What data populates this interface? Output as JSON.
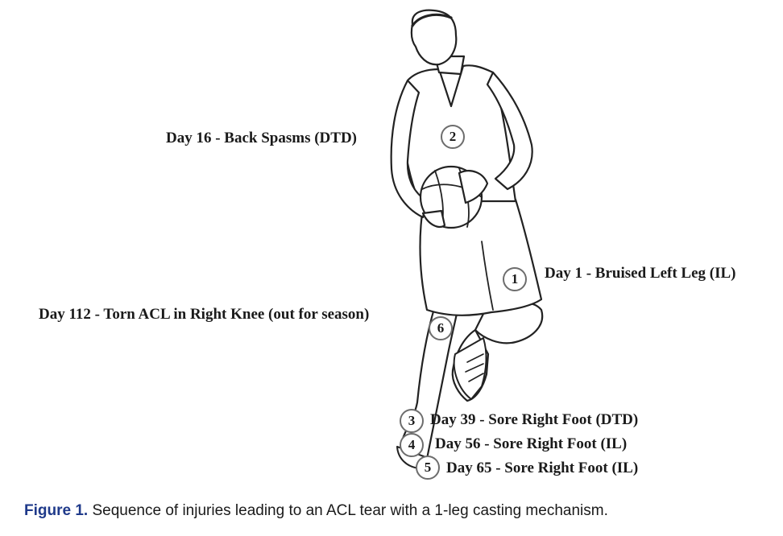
{
  "injuries": [
    {
      "number": "1",
      "label": "Day 1 - Bruised Left Leg (IL)"
    },
    {
      "number": "2",
      "label": "Day 16 - Back Spasms (DTD)"
    },
    {
      "number": "3",
      "label": "Day 39 - Sore Right Foot (DTD)"
    },
    {
      "number": "4",
      "label": "Day 56 - Sore Right Foot (IL)"
    },
    {
      "number": "5",
      "label": "Day 65 - Sore Right Foot (IL)"
    },
    {
      "number": "6",
      "label": "Day 112 - Torn ACL in Right Knee (out for season)"
    }
  ],
  "caption": {
    "figure_label": "Figure 1.",
    "text": " Sequence of injuries leading to an ACL tear with a 1-leg casting mechanism."
  },
  "colors": {
    "caption_label": "#1f3a8a",
    "marker_border": "#6d6d6d",
    "line_art": "#222222"
  }
}
